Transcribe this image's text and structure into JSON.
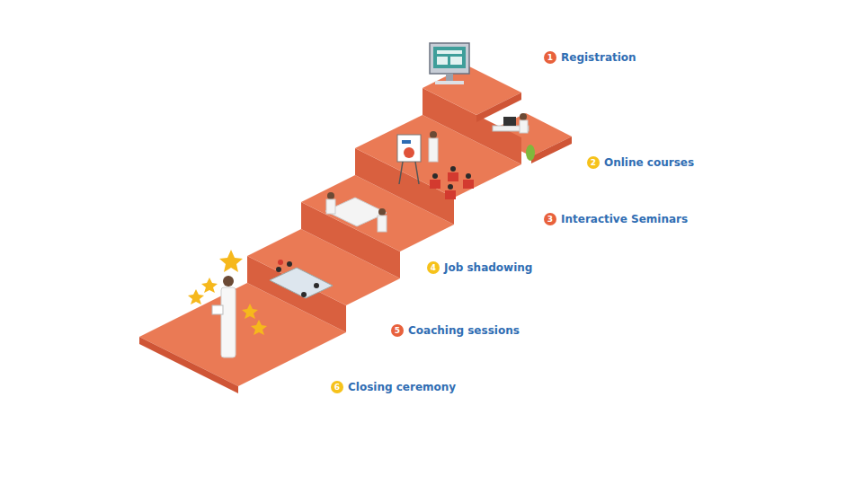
{
  "diagram": {
    "nodes": [
      {
        "text": [
          "1",
          "Registration"
        ]
      },
      {
        "text": [
          "2",
          "Online courses"
        ]
      },
      {
        "text": [
          "3",
          "Interactive Seminars"
        ]
      },
      {
        "text": [
          "4",
          "Job shadowing"
        ]
      },
      {
        "text": [
          "5",
          "Coaching sessions"
        ]
      },
      {
        "text": [
          "6",
          "Closing ceremony"
        ]
      }
    ]
  }
}
